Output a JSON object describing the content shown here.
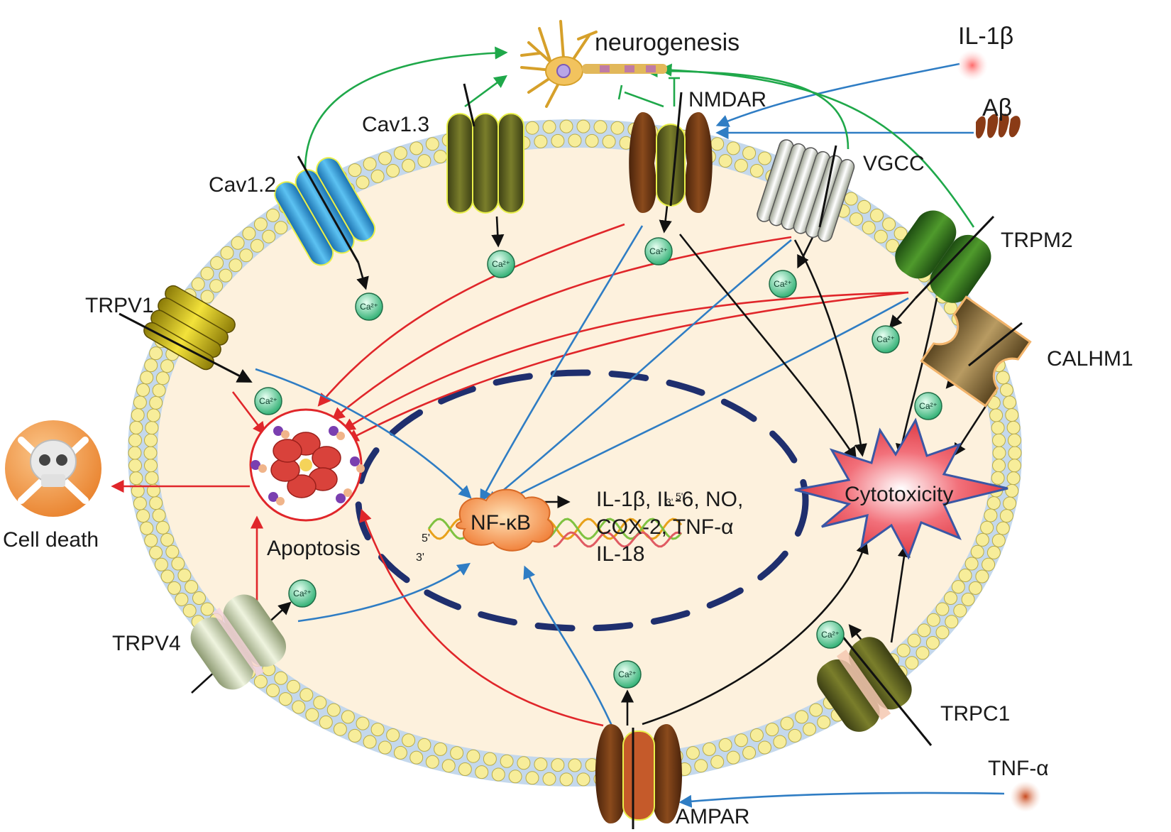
{
  "labels": {
    "neurogenesis": "neurogenesis",
    "il1b_ext": "IL-1β",
    "abeta": "Aβ",
    "nmdar": "NMDAR",
    "cav13": "Cav1.3",
    "cav12": "Cav1.2",
    "vgcc": "VGCC",
    "trpm2": "TRPM2",
    "trpv1": "TRPV1",
    "calhm1": "CALHM1",
    "cell_death": "Cell death",
    "apoptosis": "Apoptosis",
    "nfkb": "NF-κB",
    "cytokines_line1": "IL-1β, IL-6, NO,",
    "cytokines_line2": "COX-2, TNF-α",
    "cytokines_line3": "IL-18",
    "cytotoxicity": "Cytotoxicity",
    "trpv4": "TRPV4",
    "trpc1": "TRPC1",
    "tnfa_ext": "TNF-α",
    "ampar": "AMPAR",
    "dna_5_left": "5'",
    "dna_3_left": "3'",
    "dna_5_right": "5'",
    "dna_3_right": "3'"
  },
  "ion_label": "Ca²⁺",
  "colors": {
    "activation_green": "#1fa84a",
    "apoptosis_red": "#e0262a",
    "nfkb_blue": "#2f7dc4",
    "effect_black": "#111111",
    "cytoplasm": "#fdf1dd",
    "membrane_head": "#f7ed9a",
    "nucleus_dash": "#1f2f6e"
  }
}
